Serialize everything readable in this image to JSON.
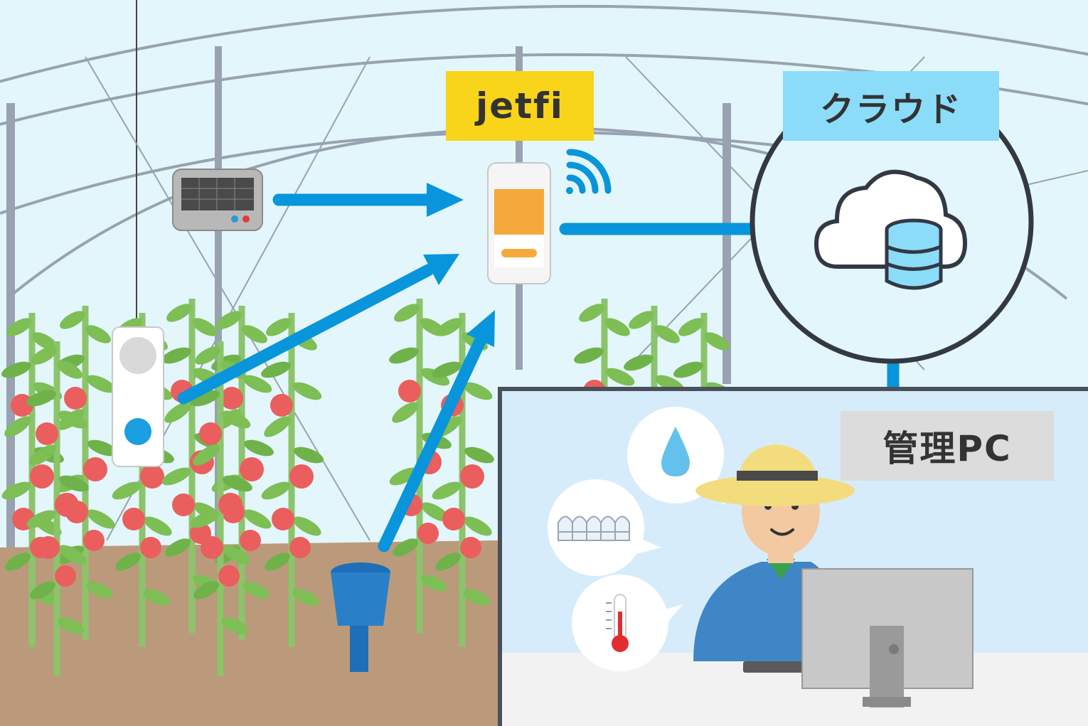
{
  "labels": {
    "router": "jetfi",
    "cloud": "クラウド",
    "management_pc": "管理PC"
  },
  "colors": {
    "sky": "#e3f6fb",
    "frame": "#98a2b0",
    "soil": "#bb9a7c",
    "leaf": "#7dbe55",
    "stem": "#8bc46a",
    "tomato": "#ea5e5e",
    "arrow": "#0895dc",
    "jetfi_label_bg": "#f8d41a",
    "cloud_label_bg": "#8bdcf8",
    "pc_label_bg": "#dcdcdc",
    "office_bg": "#d6ecfa",
    "office_border": "#4a4f5c",
    "farmer_uniform": "#3f86c6",
    "hat": "#f2dc7e",
    "water_drop": "#64c1ec",
    "thermometer": "#e02e2e"
  },
  "icons": {
    "data_logger": "data-logger-icon",
    "wall_sensor": "wall-sensor-icon",
    "soil_sensor": "soil-sensor-icon",
    "router": "pocket-wifi-router-icon",
    "wifi": "wifi-signal-icon",
    "cloud": "cloud-database-icon",
    "farmer": "farmer-icon",
    "monitor": "monitor-icon",
    "keyboard": "keyboard-icon",
    "water": "water-drop-icon",
    "greenhouse": "greenhouse-icon",
    "temperature": "thermometer-icon"
  }
}
